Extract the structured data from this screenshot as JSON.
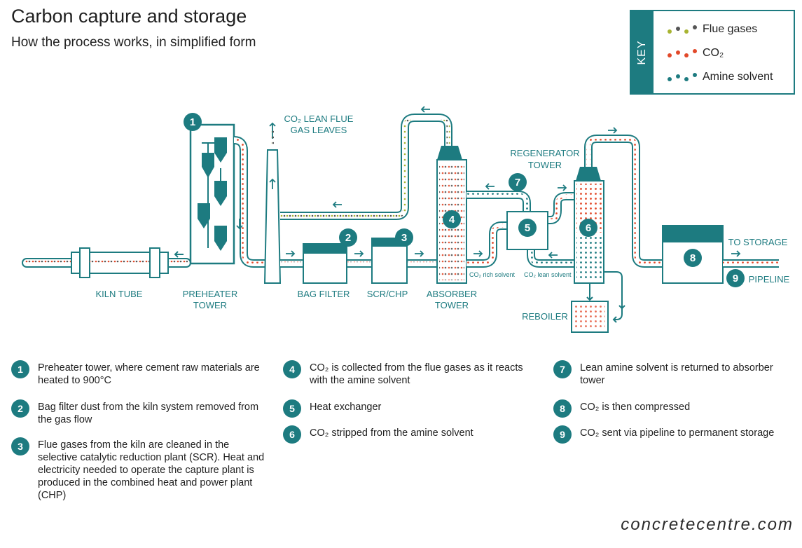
{
  "header": {
    "title": "Carbon capture and storage",
    "subtitle": "How the process works, in simplified form"
  },
  "key": {
    "title": "KEY",
    "items": [
      {
        "label": "Flue gases",
        "colors": [
          "#a8b432",
          "#555555",
          "#a8b432",
          "#555555"
        ]
      },
      {
        "label": "CO₂",
        "colors": [
          "#e2492a",
          "#e2492a",
          "#e2492a",
          "#e2492a"
        ]
      },
      {
        "label": "Amine solvent",
        "colors": [
          "#1d7b80",
          "#1d7b80",
          "#1d7b80",
          "#1d7b80"
        ]
      }
    ]
  },
  "diagram": {
    "labels": {
      "kiln_tube": "KILN TUBE",
      "preheater_1": "PREHEATER",
      "preheater_2": "TOWER",
      "co2_lean_1": "CO₂ LEAN FLUE",
      "co2_lean_2": "GAS LEAVES",
      "bag_filter": "BAG FILTER",
      "scr_chp": "SCR/CHP",
      "absorber_1": "ABSORBER",
      "absorber_2": "TOWER",
      "co2_rich_solvent": "CO₂ rich solvent",
      "co2_lean_solvent": "CO₂ lean solvent",
      "regenerator_1": "REGENERATOR",
      "regenerator_2": "TOWER",
      "reboiler": "REBOILER",
      "to_storage": "TO STORAGE",
      "pipeline": "PIPELINE"
    },
    "numbers": [
      "1",
      "2",
      "3",
      "4",
      "5",
      "6",
      "7",
      "8",
      "9"
    ]
  },
  "steps": [
    {
      "num": "1",
      "text": "Preheater tower, where cement raw materials are heated to 900°C"
    },
    {
      "num": "2",
      "text": "Bag filter dust from the kiln system removed from the gas flow"
    },
    {
      "num": "3",
      "text": "Flue gases from the kiln are cleaned in the selective catalytic reduction plant (SCR). Heat and electricity needed to operate the capture plant is produced in the combined heat and power plant (CHP)"
    },
    {
      "num": "4",
      "text": "CO₂ is collected from the flue gases as it reacts with the amine solvent"
    },
    {
      "num": "5",
      "text": "Heat exchanger"
    },
    {
      "num": "6",
      "text": "CO₂ stripped from the amine solvent"
    },
    {
      "num": "7",
      "text": "Lean amine solvent is returned to absorber tower"
    },
    {
      "num": "8",
      "text": "CO₂ is then compressed"
    },
    {
      "num": "9",
      "text": "CO₂ sent via pipeline to permanent storage"
    }
  ],
  "footer": "concretecentre.com",
  "colors": {
    "teal": "#1d7b80",
    "red": "#e2492a",
    "olive": "#a8b432",
    "grey": "#555555"
  }
}
